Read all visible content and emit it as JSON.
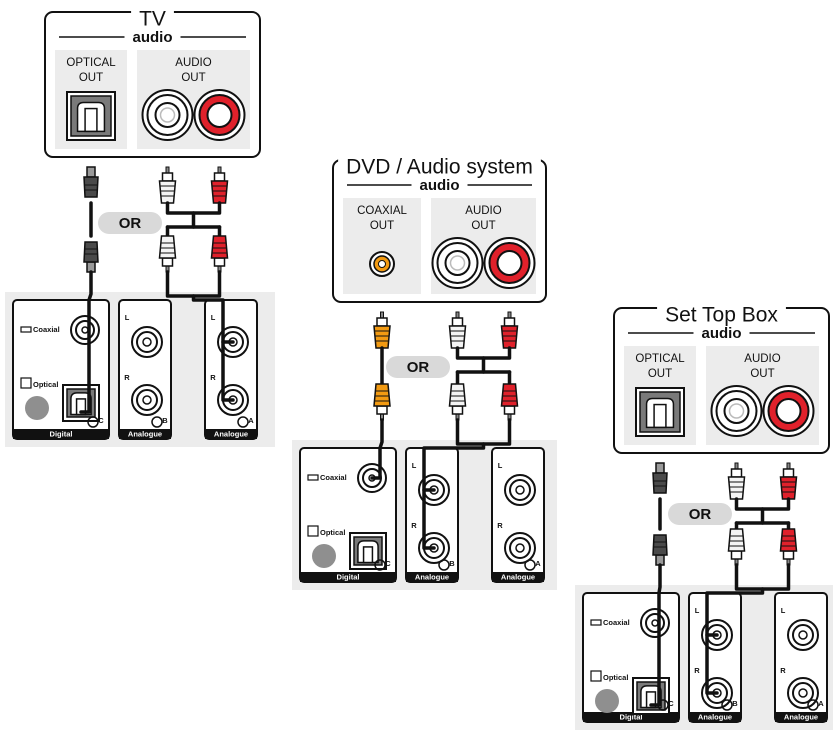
{
  "common": {
    "audio": "audio",
    "optical_out": [
      "OPTICAL",
      "OUT"
    ],
    "coaxial_out": [
      "COAXIAL",
      "OUT"
    ],
    "audio_out": [
      "AUDIO",
      "OUT"
    ],
    "or": "OR",
    "coaxial_in": "Coaxial",
    "optical_in": "Optical",
    "l": "L",
    "r": "R",
    "digital": "Digital",
    "analogue": "Analogue",
    "corner_c": "C",
    "corner_b": "B",
    "corner_a": "A"
  },
  "sources": [
    {
      "title": "TV",
      "digital_port": "optical"
    },
    {
      "title": "DVD / Audio system",
      "digital_port": "coaxial"
    },
    {
      "title": "Set Top Box",
      "digital_port": "optical"
    }
  ],
  "colors": {
    "panel_bg": "#ececec",
    "cable": "#111111",
    "optical_plug": "#4a4a4a",
    "coax_plug": "#f29a12",
    "red_plug": "#e0212b",
    "white_plug": "#f4f4f4",
    "or_badge": "#d9d9d9"
  }
}
